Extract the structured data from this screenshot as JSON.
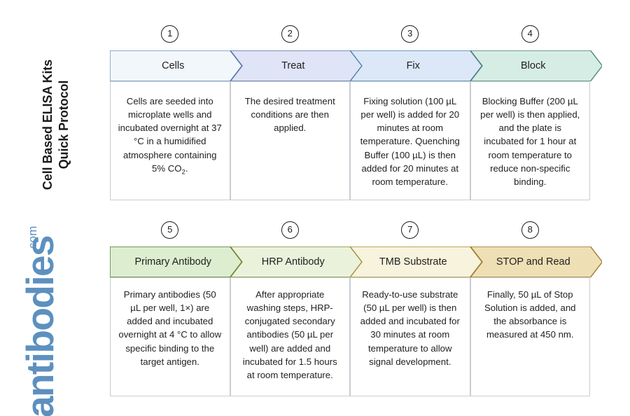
{
  "title": {
    "line1": "Cell Based ELISA Kits",
    "line2": "Quick Protocol",
    "text": "Cell Based ELISA Kits\nQuick Protocol"
  },
  "logo": {
    "word": "antibodies",
    "tld": ".com",
    "color": "#5d90bf"
  },
  "colors": {
    "cells_fill": "#f2f7fb",
    "cells_stroke": "#6f93bf",
    "treat_fill": "#dfe4f7",
    "treat_stroke": "#5f73a8",
    "fix_fill": "#dce8f8",
    "fix_stroke": "#4a7fae",
    "block_fill": "#d6ede6",
    "block_stroke": "#4f8474",
    "primary_fill": "#ddeed0",
    "primary_stroke": "#4e7a34",
    "hrp_fill": "#ebf2dc",
    "hrp_stroke": "#7f8c36",
    "tmb_fill": "#f7f3dc",
    "tmb_stroke": "#a38c36",
    "stop_fill": "#efdfb5",
    "stop_stroke": "#9c7b2e",
    "cell_border": "#c9cdd2",
    "circle_stroke": "#1c1c1c"
  },
  "flow": {
    "rows": [
      {
        "steps": [
          {
            "number": "1",
            "label": "Cells",
            "description": "Cells are seeded into microplate wells and incubated overnight at 37 °C in a humidified atmosphere containing 5% CO",
            "description_sub": "2",
            "description_tail": ".",
            "fill": "#f2f7fb",
            "stroke": "#6f93bf"
          },
          {
            "number": "2",
            "label": "Treat",
            "description": "The desired treatment conditions are then applied.",
            "fill": "#dfe4f7",
            "stroke": "#5f73a8"
          },
          {
            "number": "3",
            "label": "Fix",
            "description": "Fixing solution (100 µL per well) is added for 20 minutes at room temperature. Quenching Buffer (100 µL) is then added for 20 minutes at room temperature.",
            "fill": "#dce8f8",
            "stroke": "#4a7fae"
          },
          {
            "number": "4",
            "label": "Block",
            "description": "Blocking Buffer (200 µL per well) is then applied, and the plate is incubated for 1 hour at room temperature to reduce non-specific binding.",
            "fill": "#d6ede6",
            "stroke": "#4f8474"
          }
        ]
      },
      {
        "steps": [
          {
            "number": "5",
            "label": "Primary Antibody",
            "description": "Primary antibodies (50 µL per well, 1×) are added and incubated overnight at 4 °C to allow specific binding to the target antigen.",
            "fill": "#ddeed0",
            "stroke": "#4e7a34"
          },
          {
            "number": "6",
            "label": "HRP Antibody",
            "description": "After appropriate washing steps, HRP-conjugated secondary antibodies (50 µL per well) are added and incubated for 1.5 hours at room temperature.",
            "fill": "#ebf2dc",
            "stroke": "#7f8c36"
          },
          {
            "number": "7",
            "label": "TMB Substrate",
            "description": "Ready-to-use substrate (50 µL per well) is then added and incubated for 30 minutes at room temperature to allow signal development.",
            "fill": "#f7f3dc",
            "stroke": "#a38c36"
          },
          {
            "number": "8",
            "label": "STOP and Read",
            "description": "Finally, 50 µL of Stop Solution is added, and the absorbance is measured at 450 nm.",
            "fill": "#efdfb5",
            "stroke": "#9c7b2e"
          }
        ]
      }
    ]
  }
}
